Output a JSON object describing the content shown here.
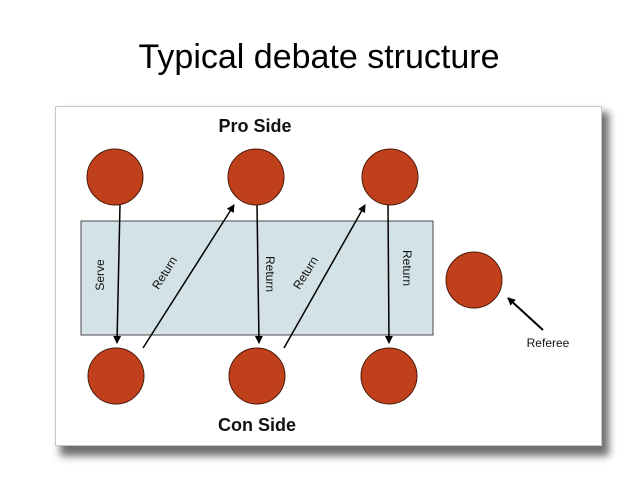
{
  "slide": {
    "title": "Typical debate structure"
  },
  "diagram": {
    "pro_side_label": "Pro Side",
    "con_side_label": "Con Side",
    "referee_label": "Referee",
    "arrows": [
      {
        "id": "serve",
        "label": "Serve",
        "from": "pro-1",
        "to": "con-1"
      },
      {
        "id": "return-1",
        "label": "Return",
        "from": "con-1",
        "to": "pro-2"
      },
      {
        "id": "return-2",
        "label": "Return",
        "from": "pro-2",
        "to": "con-2"
      },
      {
        "id": "return-3",
        "label": "Return",
        "from": "con-2",
        "to": "pro-3"
      },
      {
        "id": "return-4",
        "label": "Return",
        "from": "pro-3",
        "to": "con-3"
      }
    ],
    "colors": {
      "participant_fill": "#c0401b",
      "participant_stroke": "#4a1a0a",
      "channel_fill": "#d3e2e6",
      "channel_stroke": "#4a4a4a",
      "arrow": "#000000"
    }
  }
}
